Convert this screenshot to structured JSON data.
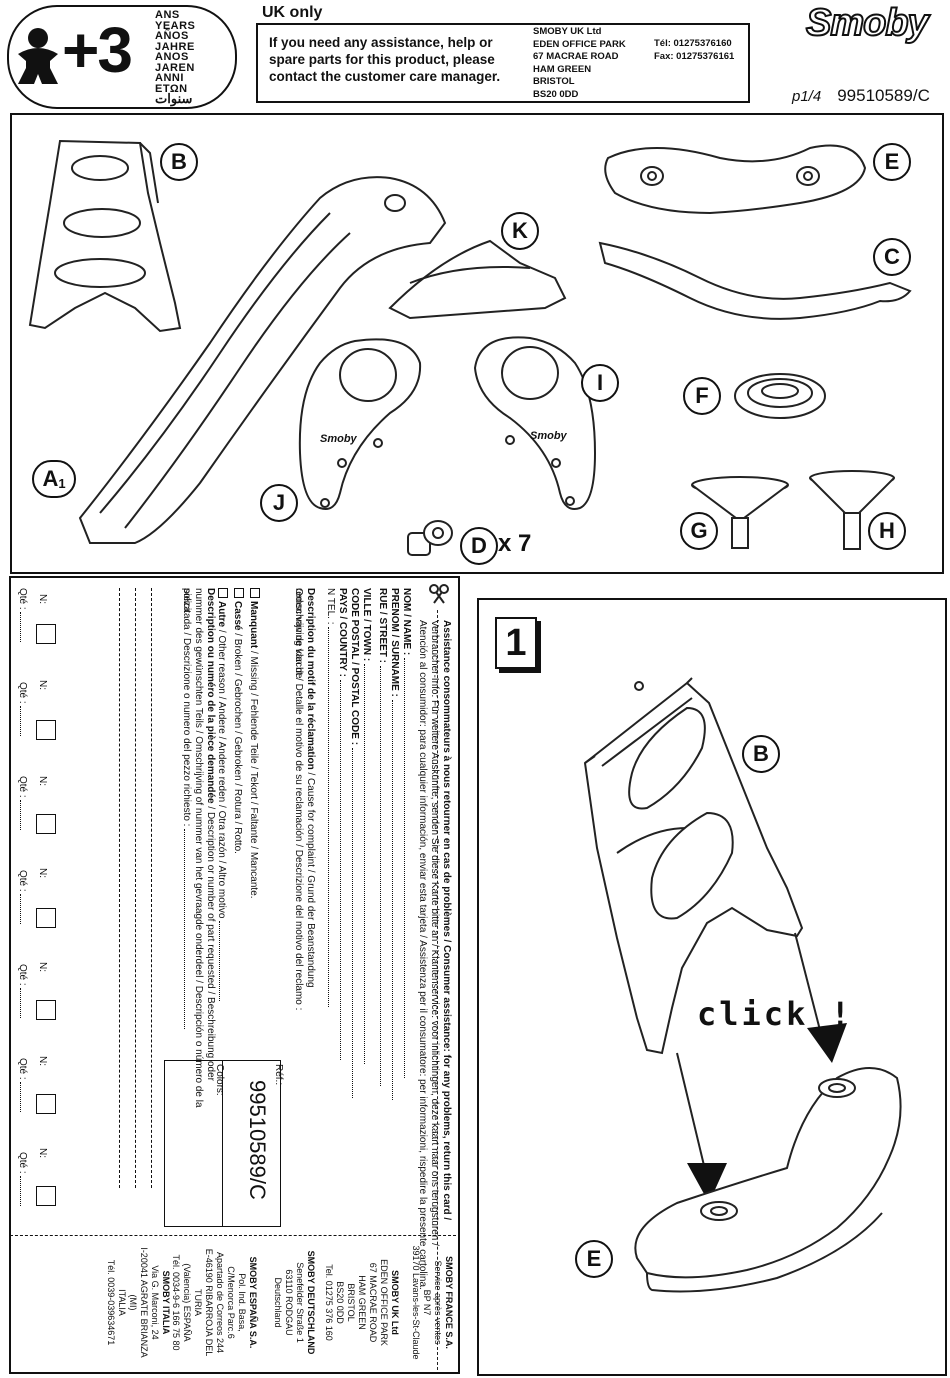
{
  "header": {
    "age_number": "+3",
    "age_words": [
      "ANS",
      "YEARS",
      "AÑOS",
      "JAHRE",
      "ANOS",
      "JAREN",
      "ANNI",
      "ΕΤΩΝ",
      "سنوات"
    ],
    "uk_only": "UK only",
    "assist_text": "If you need any assistance, help or spare parts for this product, please contact the customer care manager.",
    "address_lines": [
      "SMOBY  UK Ltd",
      "EDEN OFFICE PARK",
      "67 MACRAE ROAD",
      "HAM GREEN",
      "BRISTOL",
      "BS20 0DD"
    ],
    "tel": "Tél: 01275376160",
    "fax": "Fax: 01275376161",
    "brand": "Smoby",
    "page": "p1/4",
    "ref": "99510589/C"
  },
  "parts": {
    "labels": {
      "A": "A",
      "A_sub": "1",
      "B": "B",
      "C": "C",
      "D": "D",
      "E": "E",
      "F": "F",
      "G": "G",
      "H": "H",
      "I": "I",
      "J": "J",
      "K": "K"
    },
    "d_count": "x 7",
    "j_logo": "Smoby",
    "i_logo": "Smoby"
  },
  "form": {
    "title": "Assistance consommateurs à nous retourner en cas de problèmes / Consumer assistance: for any problems, return this card /",
    "line2": "Verbraucher-Info: Für weitere Auskünfte, senden Sie diese Karte bitte an / Klantenservice: voor inlichtingen, deze kaart naar ons terugsturen /",
    "line3": "Atención al consumidor: para cualquier información, enviar esta tarjeta / Assistenza per il consumatore: per informazioni, rispedire la presente cartolina.",
    "nom": "NOM / NAME :",
    "prenom": "PRENOM / SURNAME :",
    "rue": "RUE / STREET :",
    "ville": "VILLE / TOWN :",
    "code": "CODE POSTAL / POSTAL CODE :",
    "pays": "PAYS / COUNTRY :",
    "tel": "N TEL. :",
    "desc_title": "Description du motif de la réclamation",
    "desc_rest": " / Cause for complaint / Grund der Beanstandung Omschrijving van de",
    "desc_line2": "reden van de klacht / Detalle el motivo de su reclamación / Descrizione del motivo del reclamo :",
    "manquant": "Manquant",
    "manquant_rest": " / Missing / Fehlende Teile / Tekort / Faltante / Mancante.",
    "casse": "Cassé",
    "casse_rest": " / Broken / Gebrochen / Gebroken / Rotura / Rotto.",
    "autre": "Autre",
    "autre_rest": " / Other reason / Andere / Andere reden / Otra razón / Altro motivo",
    "numdesc_title": "Description ou numéro de la pièce demandée",
    "numdesc_rest": " / Description or number of part requested / Beschreibung oder",
    "numdesc_line2": "nummer des gewünschten Teils / Omschrijving of nummer van het gevraagde onderdeel / Descripción o número de la pieza",
    "numdesc_line3": "solicitada / Descrizione o numero del pezzo richiesto :",
    "ref_label": "Réf.:",
    "ref_value": "99510589/C",
    "colors_label": "Colors:",
    "qty_n": "N:",
    "qty_q": "Qté :",
    "addresses": [
      {
        "name": "SMOBY FRANCE S.A.",
        "lines": [
          "Service après ventes",
          "BP N7",
          "39170 Lavans-les-St-Claude"
        ]
      },
      {
        "name": "SMOBY  UK Ltd",
        "lines": [
          "EDEN OFFICE PARK",
          "67 MACRAE ROAD",
          "HAM GREEN",
          "BRISTOL",
          "BS20 0DD",
          "Tel. 01275 376 160"
        ]
      },
      {
        "name": "SMOBY DEUTSCHLAND",
        "lines": [
          "Senefelder Straße 1",
          "63110 RODGAU",
          "Deutschland"
        ]
      },
      {
        "name": "SMOBY ESPAÑA S.A.",
        "lines": [
          "Pol. Ind. Basa,",
          "C/Menorca Parc.6",
          "Apartado de Correos 244",
          "E-46190 RIBARROJA DEL TURIA",
          "(Valencia) ESPAÑA",
          "Tél. 0034-9-6 166 75 80"
        ]
      },
      {
        "name": "SMOBY ITALIA",
        "lines": [
          "Via G. Marconi, 24",
          "I-20041 AGRATE BRIANZA (MI)",
          "ITALIA",
          "Tél. 0039-039634671"
        ]
      }
    ]
  },
  "step": {
    "number": "1",
    "label_b": "B",
    "label_e": "E",
    "click": "click !"
  }
}
